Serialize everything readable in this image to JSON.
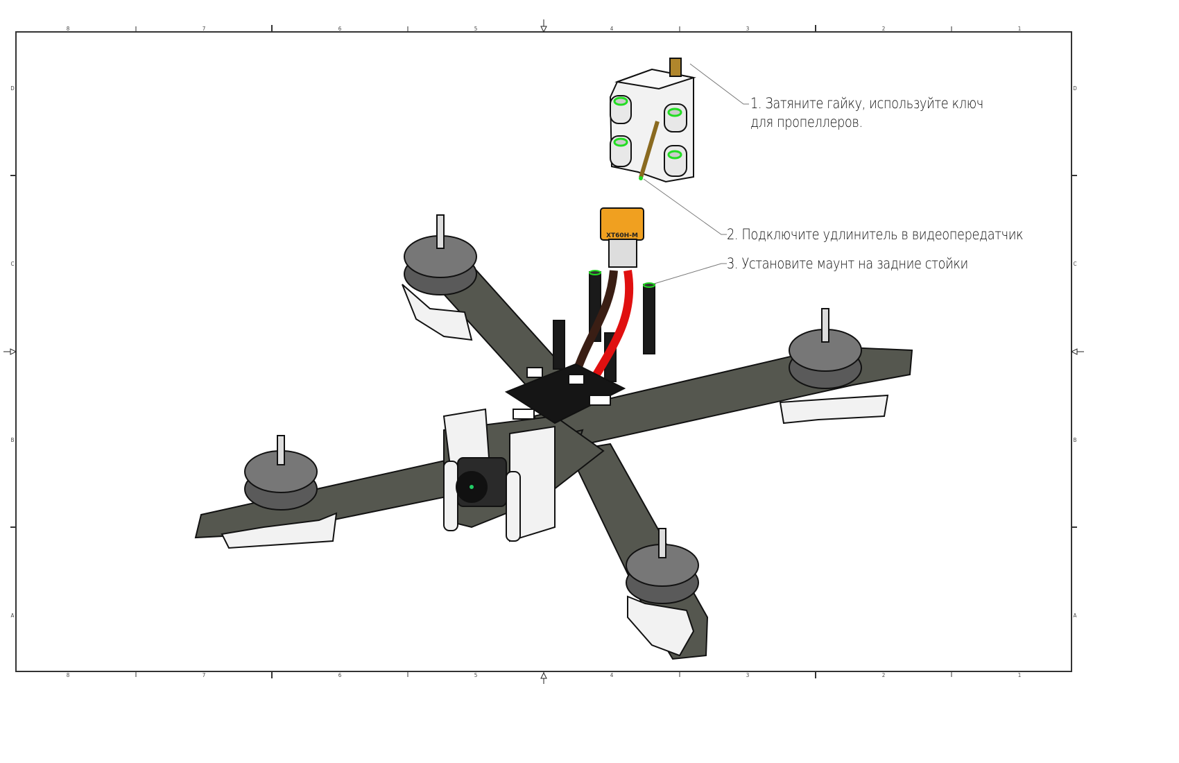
{
  "drawing": {
    "column_zones": [
      "8",
      "7",
      "6",
      "5",
      "4",
      "3",
      "2",
      "1"
    ],
    "row_zones": [
      "D",
      "C",
      "B",
      "A"
    ],
    "connector_label": "XT60H-M"
  },
  "notes": [
    {
      "line1": "1. Затяните гайку, используйте ключ",
      "line2": "для пропеллеров."
    },
    {
      "line1": "2. Подключите удлинитель в видеопередатчик"
    },
    {
      "line1": "3. Установите маунт на задние стойки"
    }
  ],
  "colors": {
    "frame": "#3a3a3a",
    "carbon": "#55574f",
    "motor": "#5a5a5a",
    "mount": "#f2f2f2",
    "highlight": "#22dd22",
    "connector": "#f0a020",
    "wire_red": "#e01010",
    "wire_brown": "#3a1e14"
  }
}
